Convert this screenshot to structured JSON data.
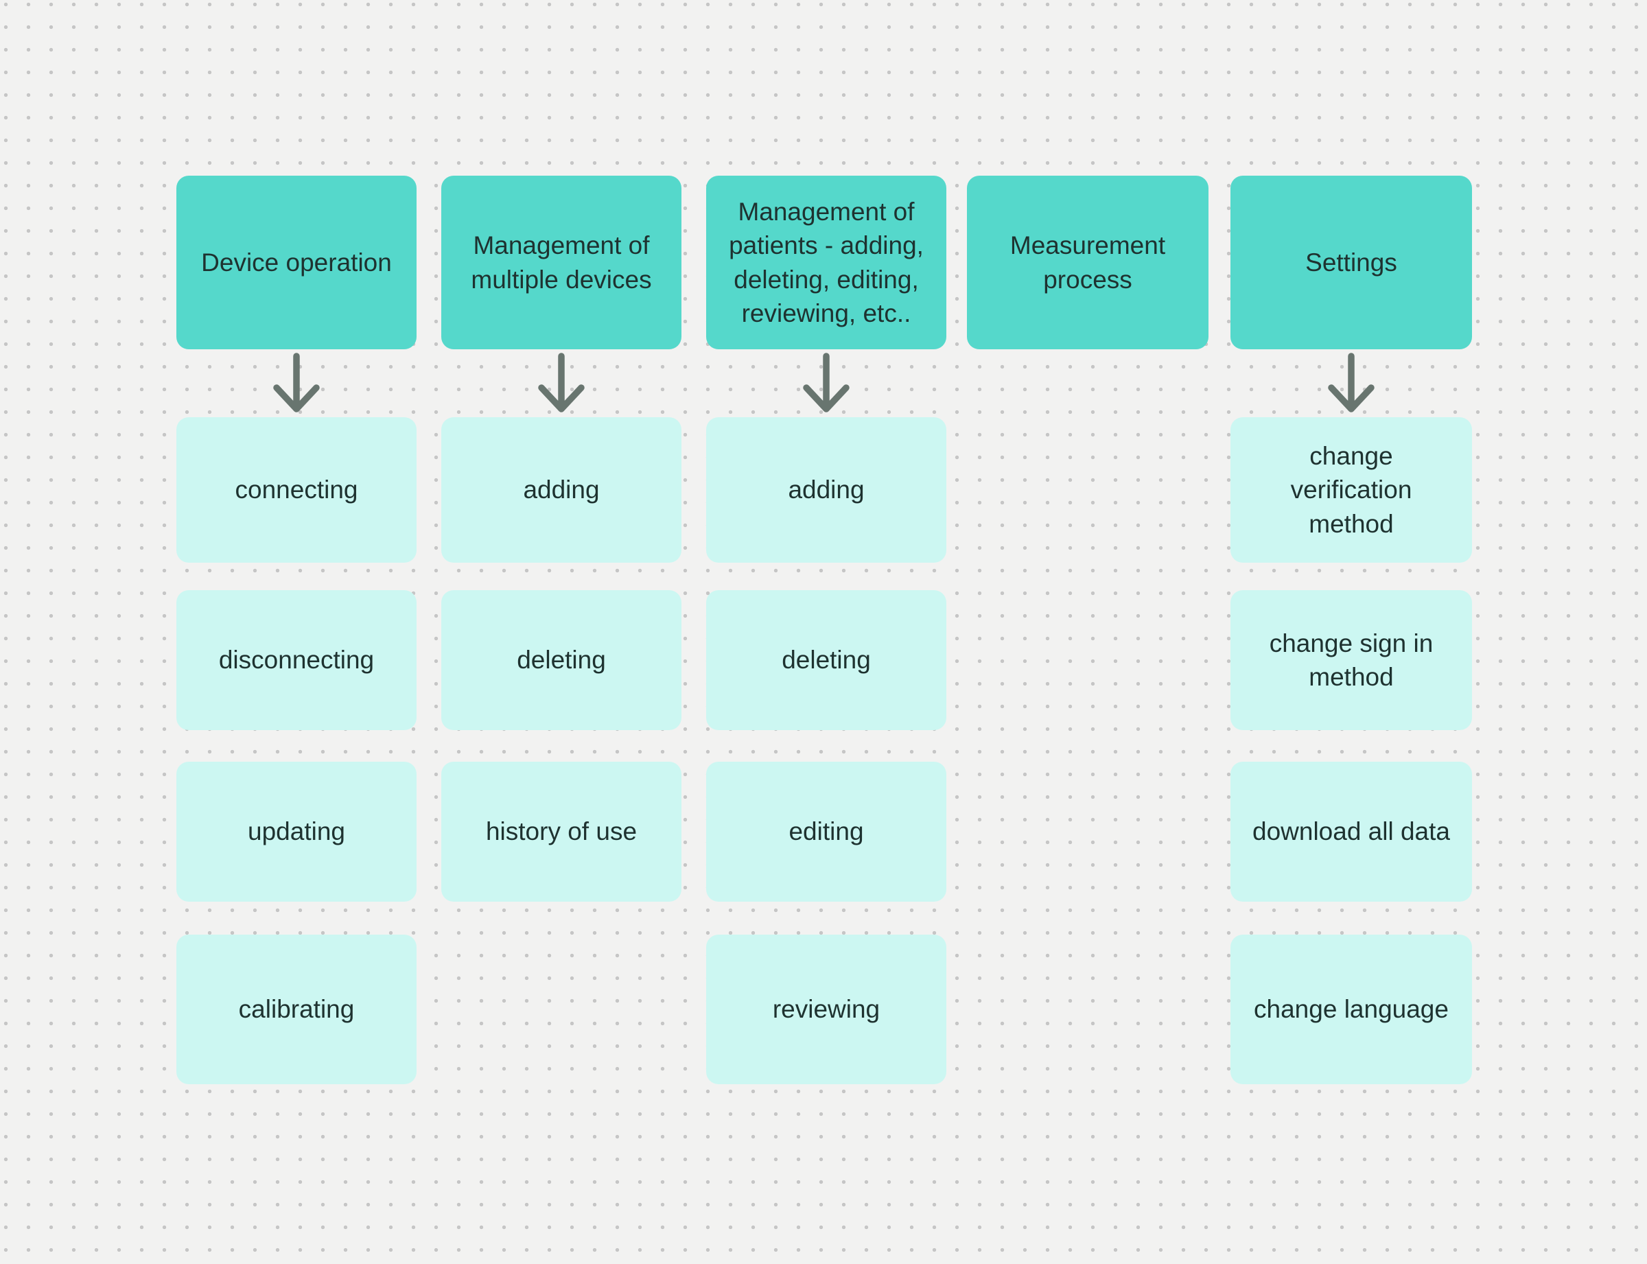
{
  "canvas": {
    "background_color": "#f2f2f1",
    "dot_grid_color": "#c6c6c6"
  },
  "colors": {
    "header_fill": "#55d8cb",
    "child_fill": "#ccf7f2",
    "arrow_color": "#68756f",
    "text_color": "#1e3230"
  },
  "diagram": {
    "columns": [
      {
        "header": "Device operation",
        "has_arrow": true,
        "children": [
          "connecting",
          "disconnecting",
          "updating",
          "calibrating"
        ]
      },
      {
        "header": "Management of multiple devices",
        "has_arrow": true,
        "children": [
          "adding",
          "deleting",
          "history of use"
        ]
      },
      {
        "header": "Management of patients - adding, deleting, editing, reviewing, etc..",
        "has_arrow": true,
        "children": [
          "adding",
          "deleting",
          "editing",
          "reviewing"
        ]
      },
      {
        "header": "Measurement process",
        "has_arrow": false,
        "children": []
      },
      {
        "header": "Settings",
        "has_arrow": true,
        "children": [
          "change verification method",
          "change sign in method",
          "download all data",
          "change language"
        ]
      }
    ]
  }
}
